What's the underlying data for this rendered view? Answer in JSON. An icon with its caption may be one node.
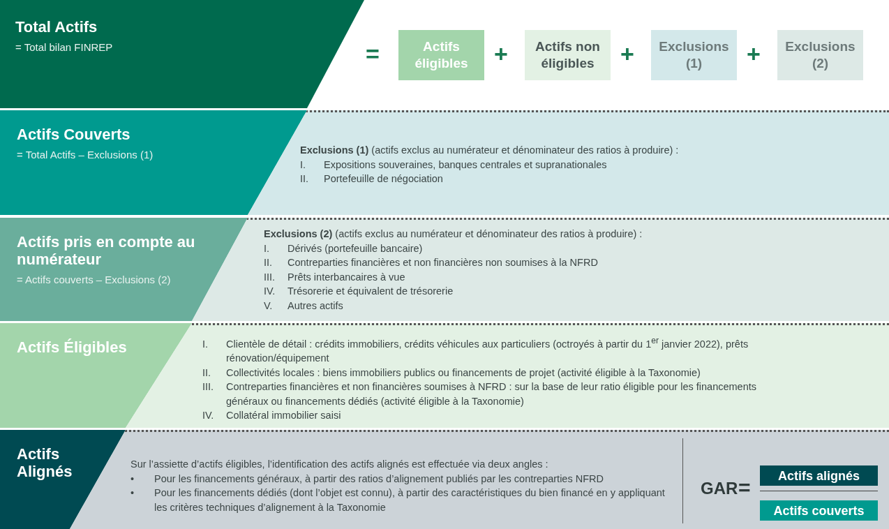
{
  "diagram": {
    "nodes": [
      {
        "text": [
          "Total Actifs",
          "= Total bilan FINREP"
        ]
      },
      {
        "text": [
          "Actifs éligibles"
        ]
      },
      {
        "text": [
          "Actifs non éligibles"
        ]
      },
      {
        "text": [
          "Exclusions (1)"
        ]
      },
      {
        "text": [
          "Exclusions (2)"
        ]
      },
      {
        "text": [
          "Actifs Couverts",
          "= Total Actifs – Exclusions (1)"
        ]
      },
      {
        "text": [
          "**Exclusions (1)** (actifs exclus au numérateur et dénominateur des ratios à produire) :",
          "I. Expositions souveraines, banques centrales et supranationales",
          "II. Portefeuille de négociation"
        ]
      },
      {
        "text": [
          "Actifs pris en compte au numérateur",
          "= Actifs couverts – Exclusions (2)"
        ]
      },
      {
        "text": [
          "**Exclusions (2)** (actifs exclus au numérateur et dénominateur des ratios à produire) :",
          "I. Dérivés (portefeuille bancaire)",
          "II. Contreparties financières et non financières non soumises à la NFRD",
          "III. Prêts interbancaires à vue",
          "IV. Trésorerie et équivalent de trésorerie",
          "V. Autres actifs"
        ]
      },
      {
        "text": [
          "Actifs Éligibles"
        ]
      },
      {
        "text": [
          "I. Clientèle de détail : crédits immobiliers, crédits véhicules aux particuliers (octroyés à partir du 1$^{er}$ janvier 2022), prêts rénovation/équipement",
          "II. Collectivités locales : biens immobiliers publics ou financements de projet (activité éligible à la Taxonomie)",
          "III. Contreparties financières et non financières soumises à NFRD : sur la base de leur ratio éligible pour les financements généraux ou financements dédiés (activité éligible à la Taxonomie)",
          "IV. Collatéral immobilier saisi"
        ]
      },
      {
        "text": [
          "Actifs Alignés"
        ]
      },
      {
        "text": [
          "Sur l’assiette d’actifs éligibles, l’identification des actifs alignés est effectuée via deux angles :",
          "• Pour les financements généraux, à partir des ratios d’alignement publiés par les contreparties NFRD",
          "• Pour les financements dédiés (dont l’objet est connu), à partir des caractéristiques du bien financé en y appliquant les critères techniques d’alignement à la Taxonomie"
        ]
      },
      {
        "text": [
          "Actifs alignés"
        ],
        "in": 12
      },
      {
        "text": [
          "Actifs couverts"
        ],
        "in": 12
      }
    ],
    "edges": [],
    "labels": [
      "=",
      "+",
      "+",
      "+",
      "GAR",
      "="
    ]
  }
}
